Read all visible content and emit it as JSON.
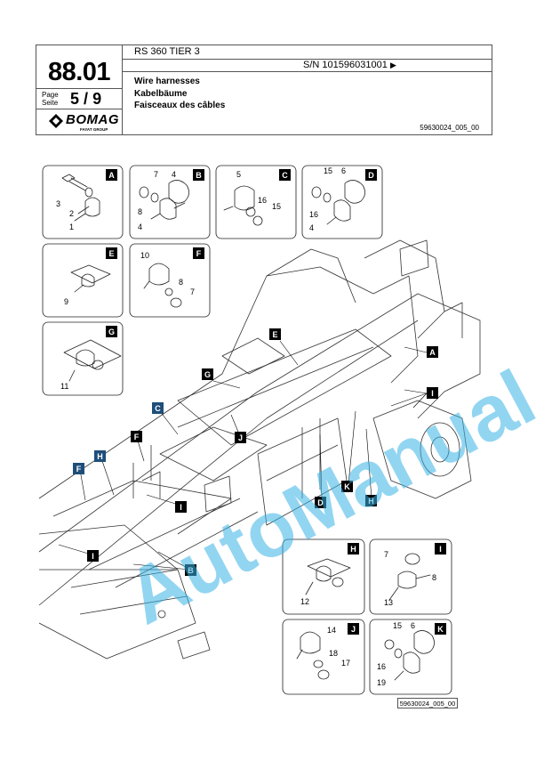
{
  "header": {
    "model": "RS 360 TIER 3",
    "serial": "S/N 101596031001",
    "serial_arrow": "▶",
    "page_number": "88.01",
    "page_label": "Page",
    "seite_label": "Seite",
    "page_current": "5",
    "page_sep": "/",
    "page_total": "9",
    "title_en": "Wire harnesses",
    "title_de": "Kabelbäume",
    "title_fr": "Faisceaux des câbles",
    "doc_ref": "59630024_005_00",
    "brand": "BOMAG",
    "brand_sub": "FAYAT GROUP"
  },
  "detail_boxes": [
    {
      "tag": "A",
      "items": [
        "3",
        "2",
        "1"
      ]
    },
    {
      "tag": "B",
      "items": [
        "7",
        "4",
        "8",
        "4"
      ]
    },
    {
      "tag": "C",
      "items": [
        "5",
        "16",
        "15"
      ]
    },
    {
      "tag": "D",
      "items": [
        "15",
        "6",
        "16",
        "4"
      ]
    },
    {
      "tag": "E",
      "items": [
        "9"
      ]
    },
    {
      "tag": "F",
      "items": [
        "10",
        "8",
        "7"
      ]
    },
    {
      "tag": "G",
      "items": [
        "11"
      ]
    },
    {
      "tag": "H",
      "items": [
        "12"
      ]
    },
    {
      "tag": "I",
      "items": [
        "7",
        "8",
        "13"
      ]
    },
    {
      "tag": "J",
      "items": [
        "14",
        "18",
        "17"
      ]
    },
    {
      "tag": "K",
      "items": [
        "15",
        "6",
        "16",
        "19"
      ]
    }
  ],
  "callouts": [
    "E",
    "A",
    "G",
    "I",
    "C",
    "J",
    "F",
    "D",
    "K",
    "H",
    "H",
    "F",
    "I",
    "I",
    "B"
  ],
  "watermark": "AutoManual",
  "footer_ref": "59630024_005_00",
  "colors": {
    "callout_dark": "#000000",
    "callout_blue": "#1e4e79",
    "watermark": "#3ab4e6",
    "frame": "#555555"
  }
}
